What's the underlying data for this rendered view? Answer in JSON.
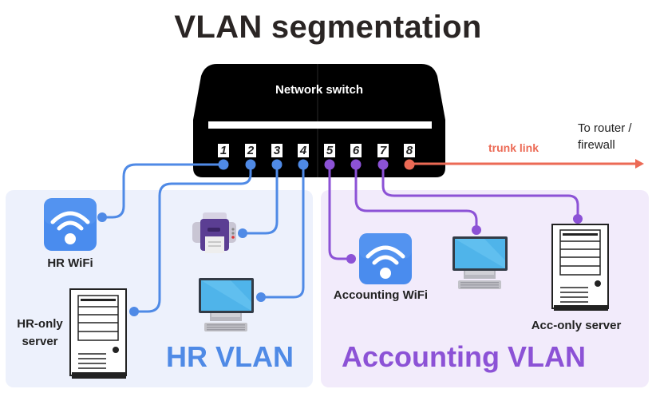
{
  "title": "VLAN segmentation",
  "switch": {
    "label": "Network switch",
    "ports": [
      {
        "number": "1",
        "vlan": "HR",
        "color": "#4f8ae6"
      },
      {
        "number": "2",
        "vlan": "HR",
        "color": "#4f8ae6"
      },
      {
        "number": "3",
        "vlan": "HR",
        "color": "#4f8ae6"
      },
      {
        "number": "4",
        "vlan": "HR",
        "color": "#4f8ae6"
      },
      {
        "number": "5",
        "vlan": "Accounting",
        "color": "#8c52d6"
      },
      {
        "number": "6",
        "vlan": "Accounting",
        "color": "#8c52d6"
      },
      {
        "number": "7",
        "vlan": "Accounting",
        "color": "#8c52d6"
      },
      {
        "number": "8",
        "vlan": "Trunk",
        "color": "#ec6a55"
      }
    ]
  },
  "trunk": {
    "label": "trunk link",
    "destination_line1": "To router /",
    "destination_line2": "firewall",
    "color": "#ec6a55"
  },
  "vlans": {
    "hr": {
      "label": "HR VLAN",
      "color": "#4f8ae6",
      "background": "#edf1fc",
      "devices": [
        {
          "name": "HR WiFi",
          "icon": "wifi-icon",
          "port": "1"
        },
        {
          "name_line1": "HR-only",
          "name_line2": "server",
          "icon": "server-icon",
          "port": "2"
        },
        {
          "name": "",
          "icon": "printer-icon",
          "port": "3"
        },
        {
          "name": "",
          "icon": "desktop-computer-icon",
          "port": "4"
        }
      ]
    },
    "accounting": {
      "label": "Accounting VLAN",
      "color": "#8c52d6",
      "background": "#f2ebfb",
      "devices": [
        {
          "name": "Accounting WiFi",
          "icon": "wifi-icon",
          "port": "5"
        },
        {
          "name": "",
          "icon": "desktop-computer-icon",
          "port": "6"
        },
        {
          "name": "Acc-only server",
          "icon": "server-icon",
          "port": "7"
        }
      ]
    }
  }
}
